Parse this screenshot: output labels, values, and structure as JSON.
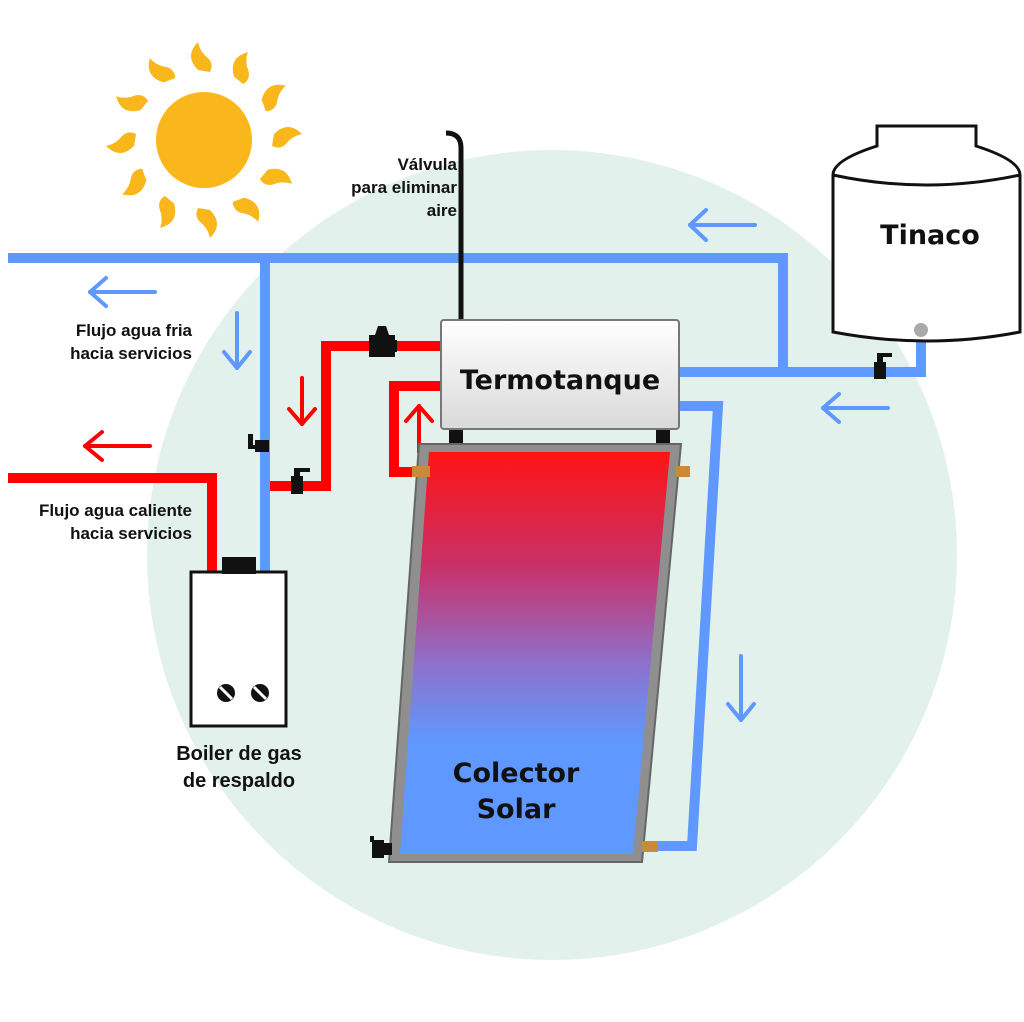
{
  "labels": {
    "valve_line1": "Válvula",
    "valve_line2": "para eliminar",
    "valve_line3": "aire",
    "tinaco": "Tinaco",
    "termotanque": "Termotanque",
    "cold_flow_line1": "Flujo agua fria",
    "cold_flow_line2": "hacia servicios",
    "hot_flow_line1": "Flujo agua caliente",
    "hot_flow_line2": "hacia servicios",
    "boiler_line1": "Boiler de gas",
    "boiler_line2": "de respaldo",
    "collector_line1": "Colector",
    "collector_line2": "Solar"
  },
  "colors": {
    "cold_water": "#5f98ff",
    "hot_water": "#ff0000",
    "background_circle": "#e3f1ec",
    "sun": "#f9b71c",
    "collector_top": "#ff1a1a",
    "collector_bottom": "#5f98ff",
    "collector_frame": "#8a8a8a",
    "valve": "#111111",
    "fitting": "#c98a3a"
  },
  "icons": {
    "sun": "sun-icon",
    "arrow": "arrow-icon",
    "valve": "valve-icon"
  }
}
